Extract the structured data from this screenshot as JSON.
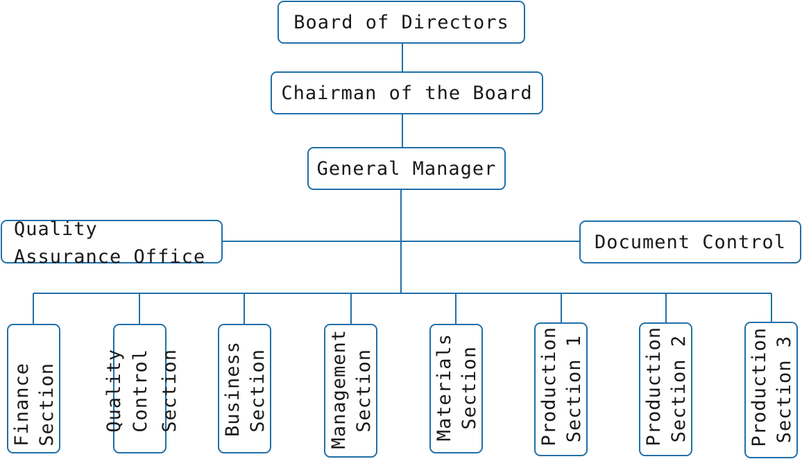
{
  "colors": {
    "box_border": "#1f6fa8",
    "connector": "#1f6fa8",
    "text": "#1a1a1a"
  },
  "nodes": {
    "board": "Board of Directors",
    "chairman": "Chairman of the Board",
    "gm": "General Manager",
    "qa": {
      "line1": "Quality",
      "line2": "Assurance Office"
    },
    "doc": "Document Control"
  },
  "sections": [
    {
      "line1": "Finance",
      "line2": "Section"
    },
    {
      "line1": "Quality",
      "line2": "Control",
      "line3": "Section"
    },
    {
      "line1": "Business",
      "line2": "Section"
    },
    {
      "line1": "Management",
      "line2": "Section"
    },
    {
      "line1": "Materials",
      "line2": "Section"
    },
    {
      "line1": "Production",
      "line2": "Section 1"
    },
    {
      "line1": "Production",
      "line2": "Section 2"
    },
    {
      "line1": "Production",
      "line2": "Section 3"
    }
  ]
}
